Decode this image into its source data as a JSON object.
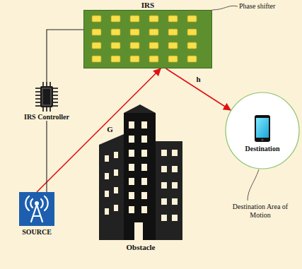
{
  "diagram": {
    "nodes": [
      {
        "text": [
          "IRS"
        ]
      },
      {
        "text": [
          "IRS Controller"
        ]
      },
      {
        "text": [
          "SOURCE"
        ]
      },
      {
        "text": [
          "Destination"
        ]
      }
    ],
    "edges": [
      {
        "from": 2,
        "to": 0,
        "arrow": "to",
        "label": "G"
      },
      {
        "from": 0,
        "to": 3,
        "arrow": "to",
        "label": "h"
      },
      {
        "from": 1,
        "to": 0,
        "arrow": "none"
      },
      {
        "from": 1,
        "to": 2,
        "arrow": "none"
      }
    ],
    "labels": [
      "Phase shifter",
      "Obstacle",
      "Destination Area of Motion"
    ]
  }
}
